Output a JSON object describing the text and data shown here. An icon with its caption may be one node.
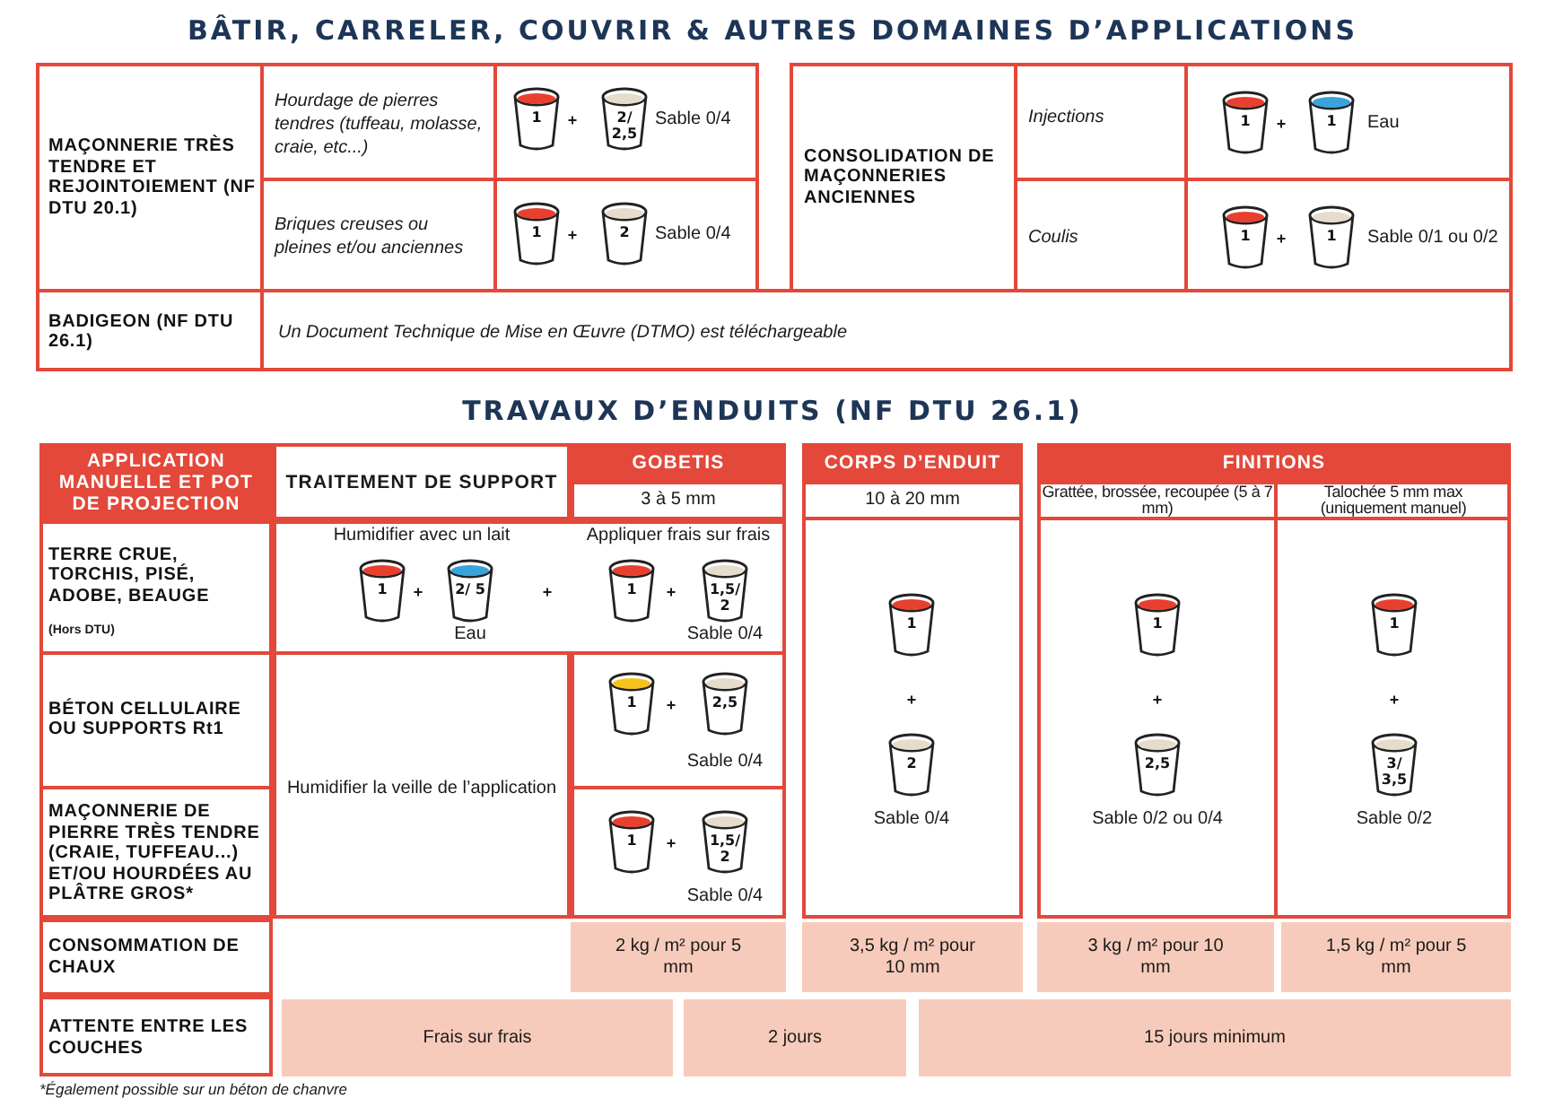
{
  "diagram": {
    "title": "BÂTIR, CARRELER, COUVRIR & AUTRES DOMAINES D’APPLICATIONS",
    "caption": "*Également possible sur un béton de chanvre",
    "labels": [
      "MAÇONNERIE TRÈS TENDRE ET REJOINTOIEMENT (NF DTU 20.1)",
      "Hourdage de pierres tendres (tuffeau, molasse, craie, etc...)",
      "1",
      "+",
      "2/ 2,5",
      "Sable 0/4",
      "CONSOLIDATION DE MAÇONNERIES ANCIENNES",
      "Injections",
      "1",
      "+",
      "1",
      "Eau",
      "Briques creuses ou pleines et/ou anciennes",
      "1",
      "+",
      "2",
      "Sable 0/4",
      "Coulis",
      "1",
      "+",
      "1",
      "Sable 0/1 ou 0/2",
      "BADIGEON (NF DTU 26.1)",
      "Un Document Technique de Mise en Œuvre (DTMO) est téléchargeable",
      "TRAVAUX D’ENDUITS (NF DTU 26.1)",
      "APPLICATION MANUELLE ET POT DE PROJECTION",
      "TRAITEMENT DE SUPPORT",
      "GOBETIS",
      "3 à 5 mm",
      "CORPS D’ENDUIT",
      "10 à 20 mm",
      "FINITIONS",
      "Grattée, brossée, recoupée (5 à 7 mm)",
      "Talochée 5 mm max (uniquement manuel)",
      "TERRE CRUE, TORCHIS, PISÉ, ADOBE, BEAUGE",
      "(Hors DTU)",
      "Humidifier avec un lait",
      "Appliquer frais sur frais",
      "1",
      "+",
      "2/ 5",
      "+",
      "1",
      "+",
      "1,5/ 2",
      "Eau",
      "Sable 0/4",
      "1",
      "+",
      "2",
      "Sable 0/4",
      "1",
      "+",
      "2,5",
      "Sable 0/2 ou 0/4",
      "1",
      "+",
      "3/ 3,5",
      "Sable 0/2",
      "BÉTON CELLULAIRE OU SUPPORTS Rt1",
      "1",
      "+",
      "2,5",
      "Sable 0/4",
      "Humidifier la veille de l’application",
      "MAÇONNERIE DE PIERRE TRÈS TENDRE (CRAIE, TUFFEAU...) ET/OU HOURDÉES AU PLÂTRE GROS*",
      "1",
      "+",
      "1,5/ 2",
      "Sable 0/4",
      "CONSOMMATION DE CHAUX",
      "2 kg / m² pour 5 mm",
      "3,5 kg / m² pour 10 mm",
      "3 kg / m² pour 10 mm",
      "1,5 kg / m² pour 5 mm",
      "ATTENTE ENTRE LES COUCHES",
      "Frais sur frais",
      "2 jours",
      "15 jours minimum"
    ]
  }
}
